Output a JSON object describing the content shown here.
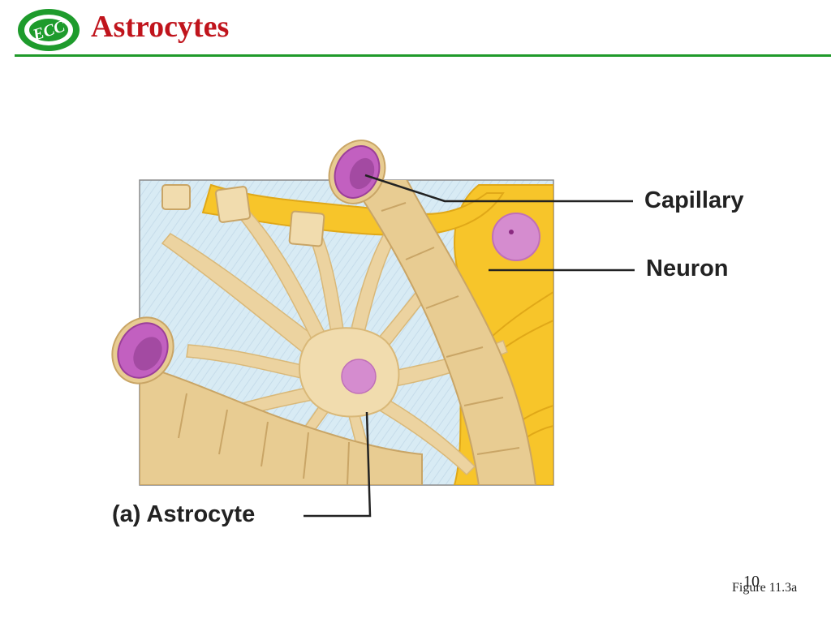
{
  "slide": {
    "title": "Astrocytes",
    "logo_text": "ECC",
    "slide_number": "10",
    "figure_ref": "Figure 11.3a"
  },
  "diagram": {
    "labels": {
      "capillary": "Capillary",
      "neuron": "Neuron",
      "astrocyte": "(a)  Astrocyte"
    },
    "colors": {
      "background_tissue": "#d6eaf3",
      "neuron": "#f7c52a",
      "astrocyte": "#ecd3a0",
      "capillary_outer": "#e6c98e",
      "capillary_lumen": "#c260c0",
      "nucleus": "#d58ccf",
      "title_red": "#c0141c",
      "rule_green": "#1f9a2a"
    }
  }
}
